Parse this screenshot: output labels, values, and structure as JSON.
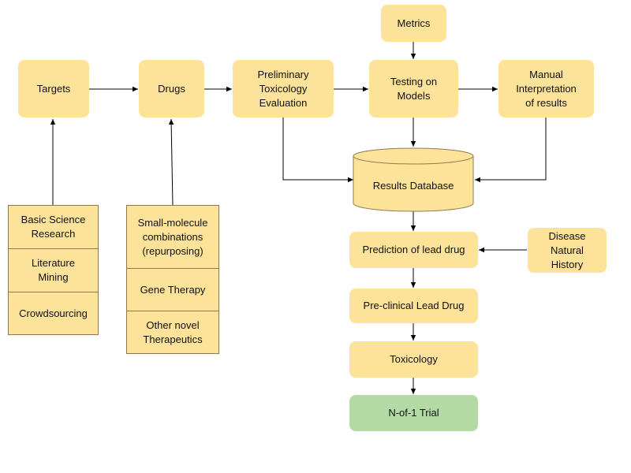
{
  "nodes": {
    "metrics": "Metrics",
    "targets": "Targets",
    "drugs": "Drugs",
    "preliminary_tox": "Preliminary\nToxicology\nEvaluation",
    "testing_models": "Testing on\nModels",
    "manual_interp": "Manual\nInterpretation\nof results",
    "results_db": "Results Database",
    "prediction": "Prediction of lead drug",
    "disease_history": "Disease\nNatural\nHistory",
    "preclinical": "Pre-clinical Lead Drug",
    "toxicology": "Toxicology",
    "n_of_1": "N-of-1 Trial"
  },
  "target_sources": [
    "Basic Science\nResearch",
    "Literature\nMining",
    "Crowdsourcing"
  ],
  "drug_sources": [
    "Small-molecule\ncombinations\n(repurposing)",
    "Gene Therapy",
    "Other novel\nTherapeutics"
  ],
  "colors": {
    "box": "#fde29a",
    "final": "#b3d9a4",
    "border": "#8f7a50",
    "arrow": "#000000"
  }
}
